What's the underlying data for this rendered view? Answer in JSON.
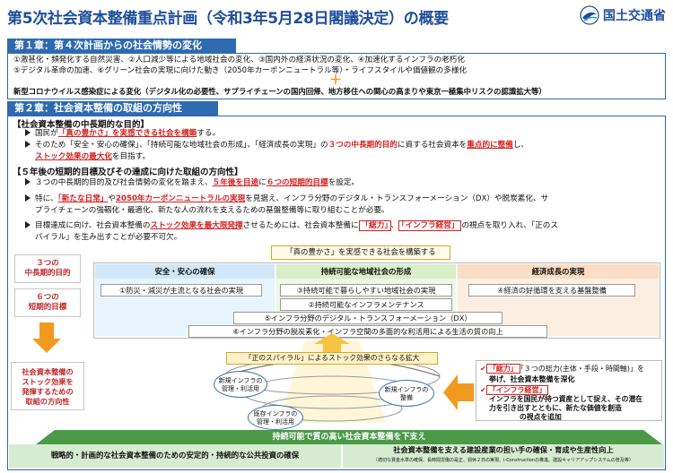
{
  "header": {
    "title": "第5次社会資本整備重点計画（令和3年5月28日閣議決定）の概要",
    "org": "国土交通省",
    "org_icon": "mlit-logo-icon"
  },
  "chapter1": {
    "heading": "第１章：第４次計画からの社会情勢の変化",
    "line1": "①激甚化・頻発化する自然災害、②人口減少等による地域社会の変化、③国内外の経済状況の変化、④加速化するインフラの老朽化",
    "line2": "⑤デジタル革命の加速、⑥グリーン社会の実現に向けた動き（2050年カーボンニュートラル等）・ライフスタイルや価値観の多様化",
    "plus": "＋",
    "covid": "新型コロナウイルス感染症による変化（デジタル化の必要性、サプライチェーンの国内回帰、地方移住への関心の高まりや東京一極集中リスクの認識拡大等）"
  },
  "chapter2": {
    "heading": "第２章：社会資本整備の取組の方向性",
    "long_term": {
      "heading": "【社会資本整備の中長期的な目的】",
      "b1_pre": "国民が",
      "b1_red": "「真の豊かさ」を実感できる社会を構築",
      "b1_post": "する。",
      "b2_pre": "そのため「安全・安心の確保」、「持続可能な地域社会の形成」、「経済成長の実現」の",
      "b2_red": "３つの中長期的目的",
      "b2_mid": "に資する社会資本を",
      "b2_red2": "重点的に整備",
      "b2_post": "し、",
      "b3_red": "ストック効果の最大化",
      "b3_post": "を目指す。"
    },
    "short_term": {
      "heading": "【５年後の短期的目標及びその達成に向けた取組の方向性】",
      "b1_pre": "３つの中長期的目的及び社会情勢の変化を踏まえ、",
      "b1_red": "５年後を目途",
      "b1_mid": "に",
      "b1_red2": "６つの短期的目標",
      "b1_post": "を設定。",
      "b2_pre": "特に、",
      "b2_red": "「新たな日常」",
      "b2_mid": "や",
      "b2_red2": "2050年カーボンニュートラルの実現",
      "b2_post": "を見据え、インフラ分野のデジタル・トランスフォーメーション（DX）や脱炭素化、サ",
      "b2_cont": "プライチェーンの強靱化・最適化、新たな人の流れを支えるための基盤整備等に取り組むことが必要。",
      "b3_pre": "目標達成に向け、社会資本整備の",
      "b3_red": "ストック効果を最大限発揮",
      "b3_mid": "させるためには、社会資本整備に",
      "b3_box1": "「総力」",
      "b3_mid2": "、",
      "b3_box2": "「インフラ経営」",
      "b3_post": "の視点を取り入れ、「正のス",
      "b3_cont": "パイラル」を生み出すことが必要不可欠。"
    }
  },
  "diagram": {
    "top_banner": "「真の豊かさ」を実感できる社会を構築する",
    "label_mid_term_line1": "３つの",
    "label_mid_term_line2": "中長期的目的",
    "label_short_term_line1": "６つの",
    "label_short_term_line2": "短期的目標",
    "columns": [
      "安全・安心の確保",
      "持続可能な地域社会の形成",
      "経済成長の実現"
    ],
    "goals": {
      "g1": "①防災・減災が主流となる社会の実現",
      "g3": "③持続可能で暮らしやすい地域社会の実現",
      "g4": "④経済の好循環を支える基盤整備",
      "g2": "②持続可能なインフラメンテナンス",
      "g5": "⑤インフラ分野のデジタル・トランスフォーメーション（DX）",
      "g6": "⑥インフラ分野の脱炭素化・インフラ空間の多面的な利活用による生活の質の向上"
    },
    "stock_label_lines": [
      "社会資本整備の",
      "ストック効果を",
      "発揮するための",
      "取組の方向性"
    ],
    "spiral_title": "「正のスパイラル」によるストック効果のさらなる拡大",
    "cyl1": [
      "新規インフラの",
      "管理・利活用"
    ],
    "cyl2": [
      "新規インフラの",
      "整備"
    ],
    "cyl3": [
      "既存インフラの",
      "管理・利活用"
    ],
    "right_box": {
      "l1_box": "「総力」",
      "l1_post": "「３つの総力(主体・手段・時間軸)」を",
      "l2": "挙げ、社会資本整備を深化",
      "l3_box": "「インフラ経営」",
      "l4": "インフラを国民が持つ資産として捉え、その潜在",
      "l5": "力を引き出すとともに、新たな価値を創造",
      "l6": "の視点を追加"
    },
    "base_banner": "持続可能で質の高い社会資本整備を下支え",
    "base_left": "戦略的・計画的な社会資本整備のための安定的・持続的な公共投資の確保",
    "base_right": "社会資本整備を支える建設産業の担い手の確保・育成や生産性向上",
    "base_right_sub": "（適切な賃金水準の確保、長時間労働の是正、週休２日の実現、i-Constructionの推進、建設キャリアアップシステムの普及等）"
  },
  "colors": {
    "title_blue": "#1f4e9a",
    "heading_blue": "#2e6ab0",
    "emphasis_red": "#d52020",
    "safety_col": "#cfe7f8",
    "community_col": "#d8efc8",
    "economy_col": "#fbdcc4",
    "base_green": "#3b8a3e",
    "arrow_orange": "#f29a1f"
  }
}
